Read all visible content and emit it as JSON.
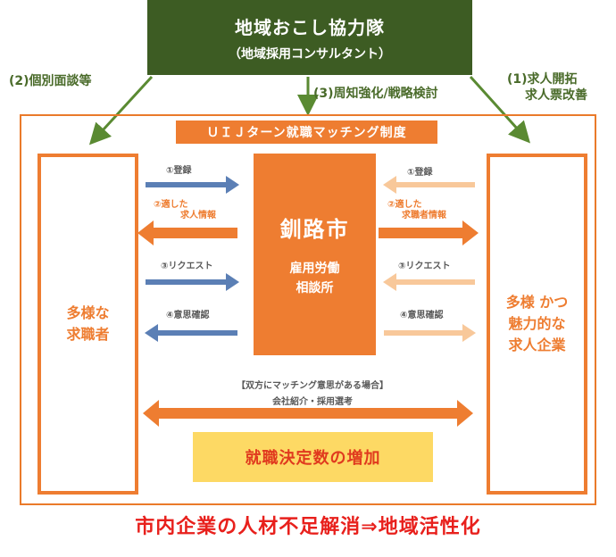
{
  "top_box": {
    "title": "地域おこし協力隊",
    "subtitle": "（地域採用コンサルタント）"
  },
  "support_labels": {
    "left": "(2)個別面談等",
    "center": "(3)周知強化/戦略検討",
    "right_line1": "(1)求人開拓",
    "right_line2": "求人票改善"
  },
  "banner": "ＵＩＪターン就職マッチング制度",
  "job_seekers": {
    "line1": "多様な",
    "line2": "求職者"
  },
  "companies": {
    "line1": "多様 かつ",
    "line2": "魅力的な",
    "line3": "求人企業"
  },
  "center_office": {
    "title": "釧路市",
    "sub_line1": "雇用労働",
    "sub_line2": "相談所"
  },
  "left_flows": [
    {
      "label": "①登録",
      "label2": ""
    },
    {
      "label": "②適した",
      "label2": "求人情報"
    },
    {
      "label": "③リクエスト",
      "label2": ""
    },
    {
      "label": "④意思確認",
      "label2": ""
    }
  ],
  "right_flows": [
    {
      "label": "①登録",
      "label2": ""
    },
    {
      "label": "②適した",
      "label2": "求職者情報"
    },
    {
      "label": "③リクエスト",
      "label2": ""
    },
    {
      "label": "④意思確認",
      "label2": ""
    }
  ],
  "mutual": {
    "condition": "【双方にマッチング意思がある場合】",
    "action": "会社紹介・採用選考"
  },
  "result": "就職決定数の増加",
  "bottom": "市内企業の人材不足解消⇒地域活性化",
  "colors": {
    "dark_green": "#3d5c23",
    "green_arrow": "#5a8a32",
    "orange": "#ee7d31",
    "light_orange": "#f8c89a",
    "blue": "#5b7fb5",
    "yellow": "#fdd964",
    "red": "#e8201c"
  }
}
